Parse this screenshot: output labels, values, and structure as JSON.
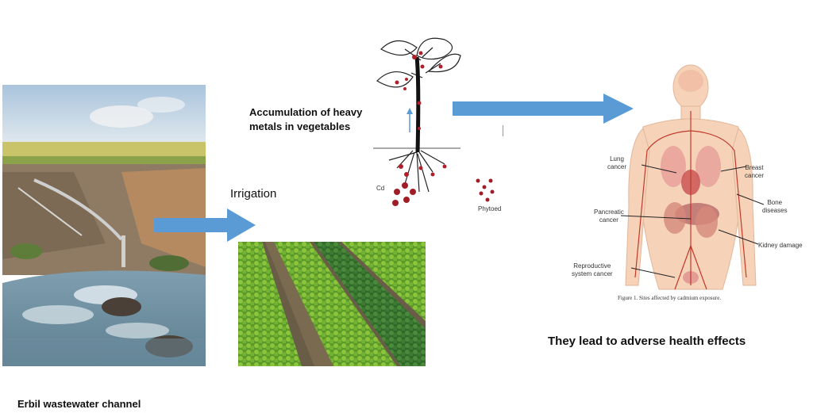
{
  "labels": {
    "channel": "Erbil wastewater channel",
    "irrigation": "Irrigation",
    "accumulation_line1": "Accumulation of heavy",
    "accumulation_line2": "metals in vegetables",
    "health": "They lead to adverse health effects"
  },
  "plant": {
    "soil_label": "Cd",
    "root_label": "Phytoed"
  },
  "body_annotations": {
    "lung": [
      "Lung",
      "cancer"
    ],
    "breast": [
      "Breast",
      "cancer"
    ],
    "bone": [
      "Bone",
      "diseases"
    ],
    "pancreatic": [
      "Pancreatic",
      "cancer"
    ],
    "kidney": "Kidney damage",
    "reproductive": [
      "Reproductive",
      "system cancer"
    ],
    "caption": "Figure 1. Sites affected by cadmium exposure."
  },
  "colors": {
    "arrow": "#5b9bd5",
    "metal_dot": "#b0202a",
    "skin": "#f6d3b8",
    "vessel": "#c0392b"
  }
}
